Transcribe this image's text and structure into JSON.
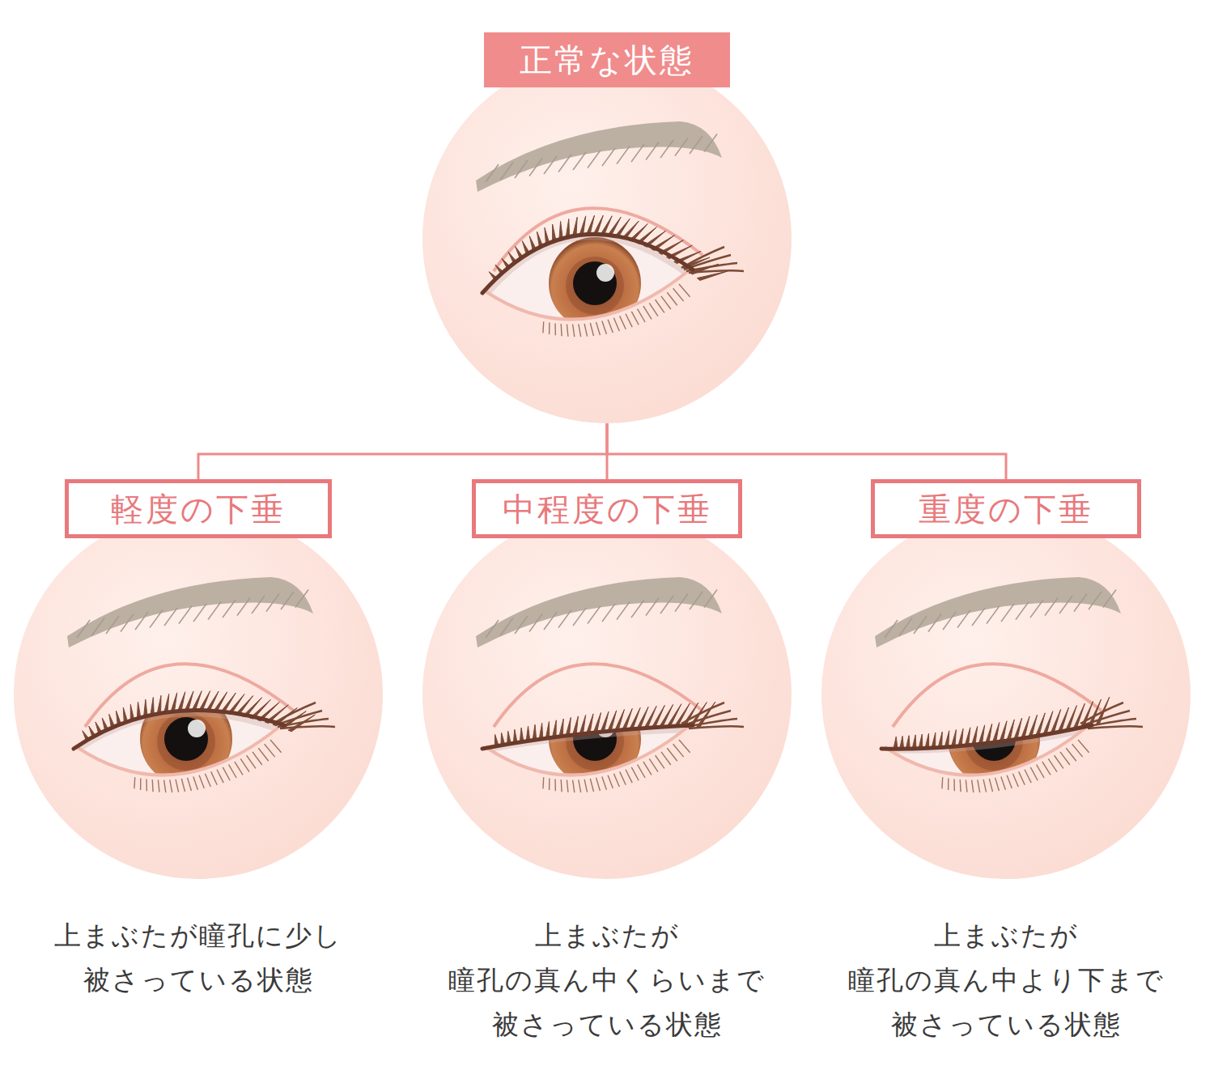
{
  "diagram": {
    "nodes": [
      {
        "text": [
          "正常な状態"
        ]
      },
      {
        "text": [
          "軽度の下垂",
          "上まぶたが瞳孔に少し 被さっている状態"
        ]
      },
      {
        "text": [
          "中程度の下垂",
          "上まぶたが 瞳孔の真ん中くらいまで 被さっている状態"
        ]
      },
      {
        "text": [
          "重度の下垂",
          "上まぶたが 瞳孔の真ん中より下まで 被さっている状態"
        ]
      }
    ],
    "edges": [
      {
        "from": 0,
        "to": 1,
        "arrow": "none"
      },
      {
        "from": 0,
        "to": 2,
        "arrow": "none"
      },
      {
        "from": 0,
        "to": 3,
        "arrow": "none"
      }
    ]
  }
}
